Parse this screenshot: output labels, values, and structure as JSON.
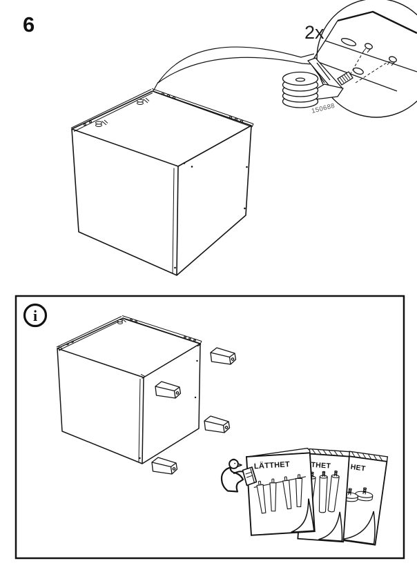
{
  "step": {
    "number": "6"
  },
  "callout": {
    "quantity": "2x",
    "part_number": "150688",
    "part_icon": "leveling-foot-with-bracket-icon"
  },
  "info_box": {
    "symbol": "i",
    "icon": "info-icon"
  },
  "illustrations": {
    "top": "cabinet-cube-upside-down-with-two-foot-brackets",
    "bottom": "cabinet-cube-with-four-wedge-legs-and-leg-booklets",
    "person_icon": "person-reading-icon"
  },
  "booklets": [
    {
      "position": "front",
      "visible_title": "LÄTTHET",
      "cover_art": "tapered-legs-icon"
    },
    {
      "position": "middle",
      "visible_title": "TTHET",
      "cover_art": "round-legs-icon"
    },
    {
      "position": "back",
      "visible_title": "HET",
      "cover_art": "disc-feet-icon"
    }
  ],
  "colors": {
    "ink": "#141414",
    "muted": "#555555",
    "background": "#ffffff"
  }
}
